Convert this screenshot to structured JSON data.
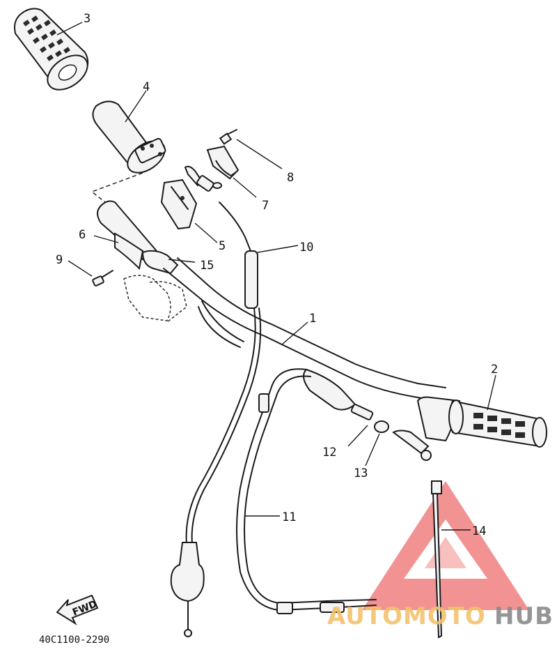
{
  "callouts": {
    "c1": "1",
    "c2": "2",
    "c3": "3",
    "c4": "4",
    "c5": "5",
    "c6": "6",
    "c7": "7",
    "c8": "8",
    "c9": "9",
    "c10": "10",
    "c11": "11",
    "c12": "12",
    "c13": "13",
    "c14": "14",
    "c15": "15"
  },
  "part_number": "40C1100-2290",
  "direction_label": "FWD",
  "watermark": {
    "word_part1": "AUTOMOTO",
    "word_part2": "HUB",
    "color_accent": "#f08080",
    "color_part1": "#f5c16c",
    "color_part2": "#8a8a8a"
  }
}
